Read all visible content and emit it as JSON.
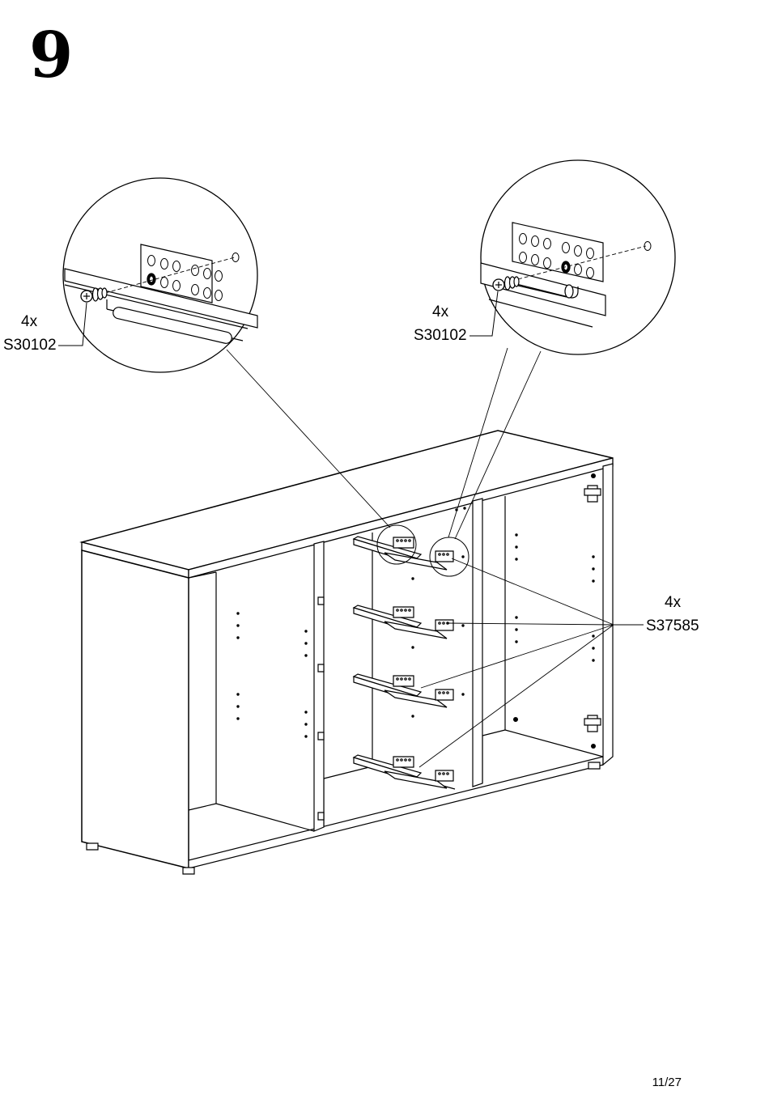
{
  "step": {
    "number": "9"
  },
  "callouts": [
    {
      "qty": "4x",
      "part": "S30102"
    },
    {
      "qty": "4x",
      "part": "S30102"
    },
    {
      "qty": "4x",
      "part": "S37585"
    }
  ],
  "page": {
    "number": "11/27"
  }
}
